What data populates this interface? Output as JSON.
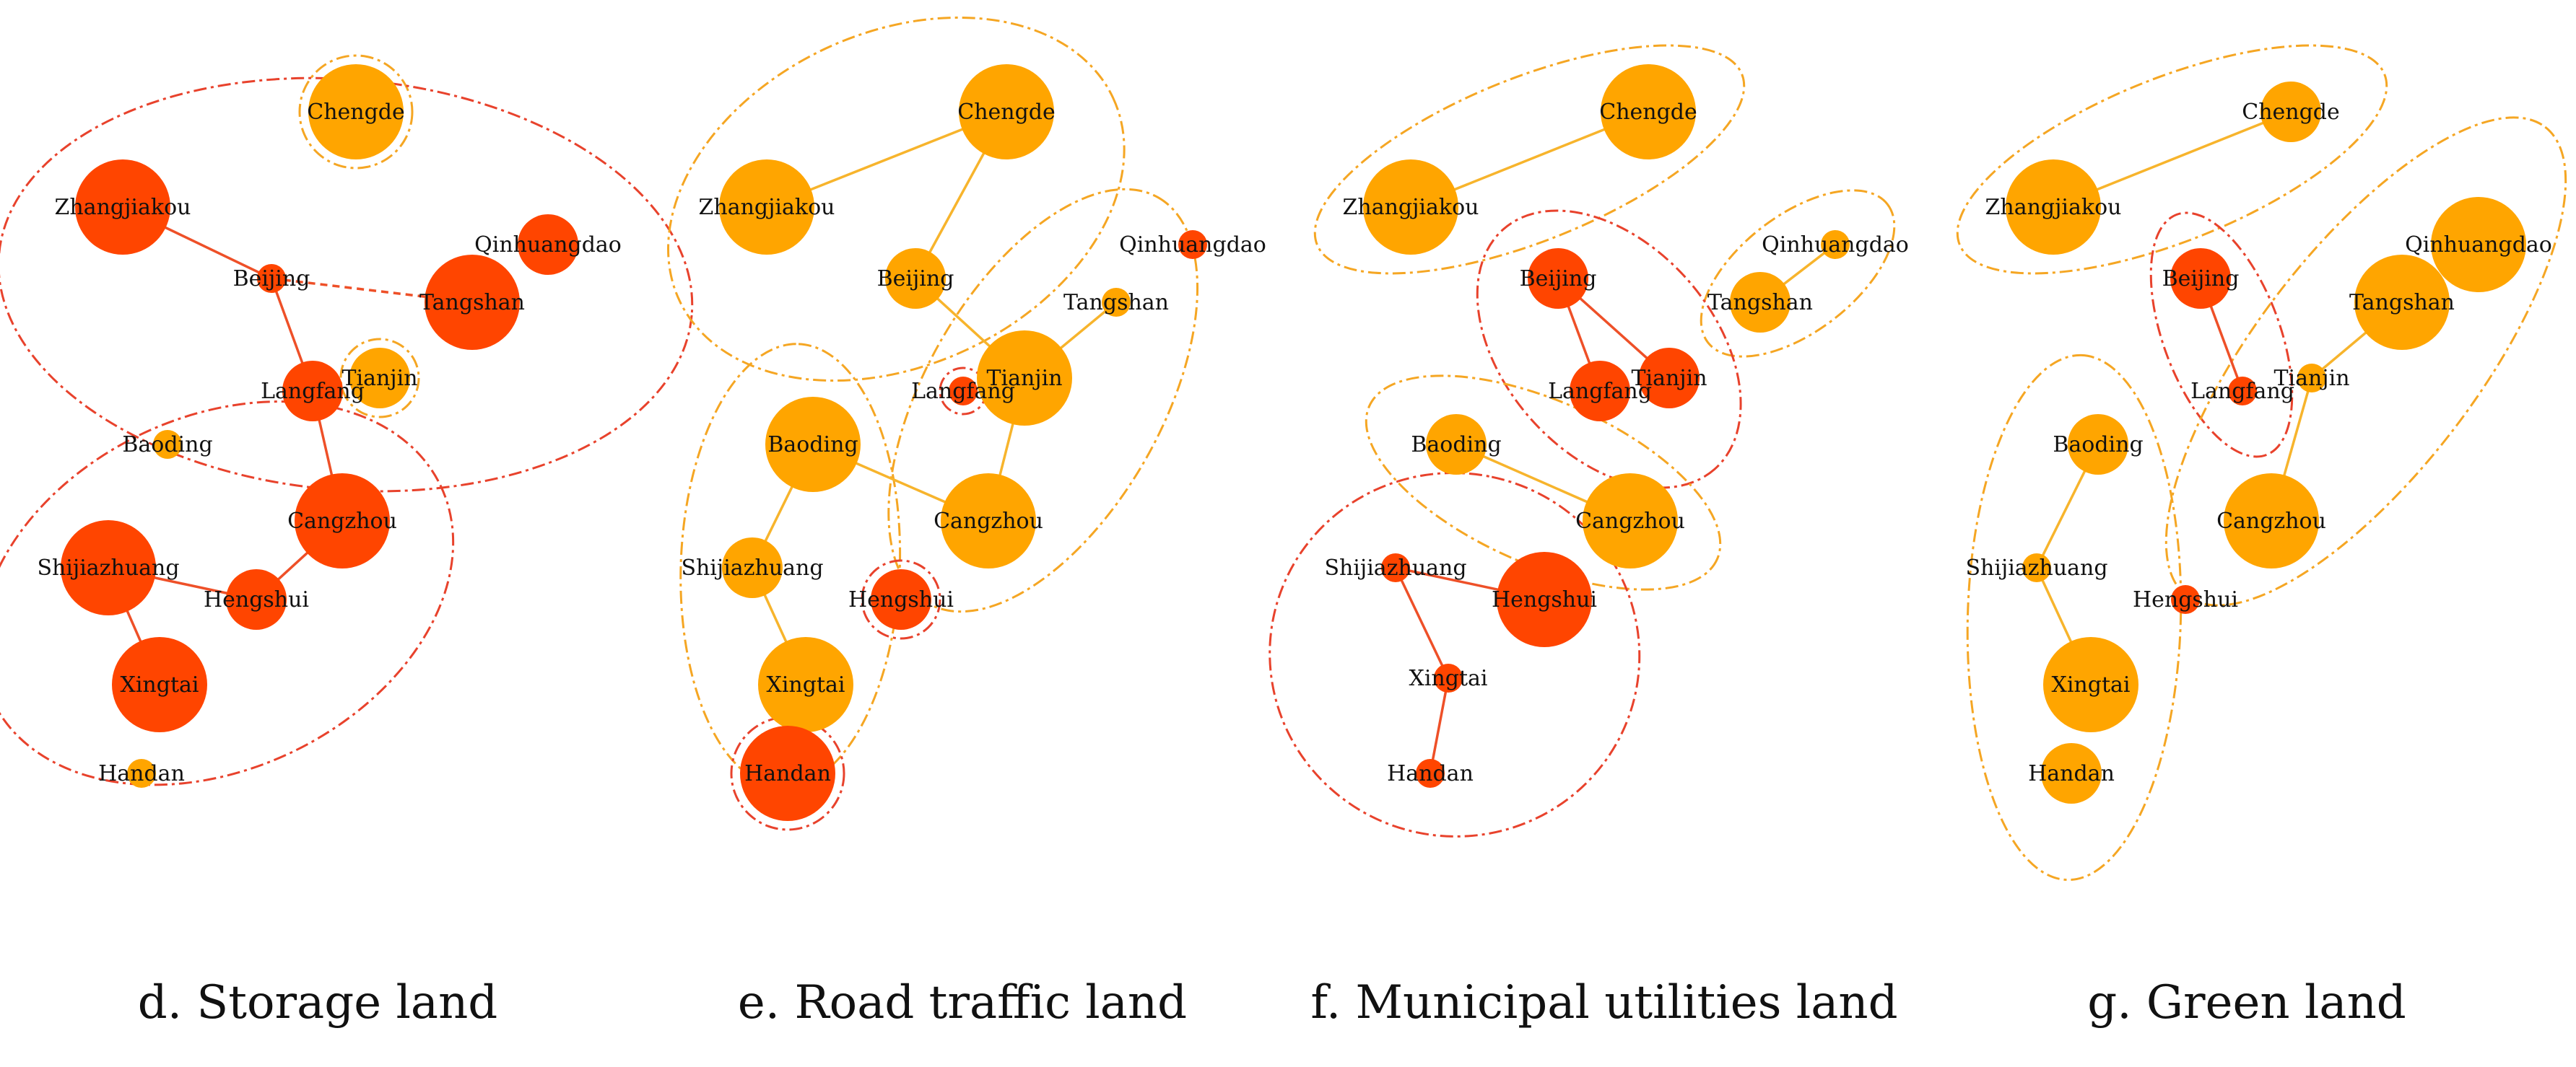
{
  "colors": {
    "orange": "#FFA500",
    "red": "#FF4500",
    "cluster_orange_stroke": "#F5A623",
    "cluster_red_stroke": "#E8422C",
    "edge_orange": "#F7B42C",
    "edge_red": "#EE5028"
  },
  "panels": [
    {
      "caption": "d. Storage land",
      "nodes": [
        {
          "id": "Chengde",
          "label": "Chengde",
          "color": "orange",
          "size": 3
        },
        {
          "id": "Zhangjiakou",
          "label": "Zhangjiakou",
          "color": "red",
          "size": 3
        },
        {
          "id": "Qinhuangdao",
          "label": "Qinhuangdao",
          "color": "red",
          "size": 2
        },
        {
          "id": "Beijing",
          "label": "Beijing",
          "color": "red",
          "size": 1
        },
        {
          "id": "Tangshan",
          "label": "Tangshan",
          "color": "red",
          "size": 3
        },
        {
          "id": "Tianjin",
          "label": "Tianjin",
          "color": "orange",
          "size": 2
        },
        {
          "id": "Langfang",
          "label": "Langfang",
          "color": "red",
          "size": 2
        },
        {
          "id": "Baoding",
          "label": "Baoding",
          "color": "orange",
          "size": 1
        },
        {
          "id": "Cangzhou",
          "label": "Cangzhou",
          "color": "red",
          "size": 3
        },
        {
          "id": "Shijiazhuang",
          "label": "Shijiazhuang",
          "color": "red",
          "size": 3
        },
        {
          "id": "Hengshui",
          "label": "Hengshui",
          "color": "red",
          "size": 2
        },
        {
          "id": "Xingtai",
          "label": "Xingtai",
          "color": "red",
          "size": 3
        },
        {
          "id": "Handan",
          "label": "Handan",
          "color": "orange",
          "size": 1
        }
      ],
      "edges": [
        {
          "from": "Zhangjiakou",
          "to": "Beijing",
          "color": "red"
        },
        {
          "from": "Beijing",
          "to": "Tangshan",
          "color": "red",
          "dashed": true
        },
        {
          "from": "Beijing",
          "to": "Langfang",
          "color": "red"
        },
        {
          "from": "Langfang",
          "to": "Cangzhou",
          "color": "red"
        },
        {
          "from": "Cangzhou",
          "to": "Hengshui",
          "color": "red"
        },
        {
          "from": "Shijiazhuang",
          "to": "Hengshui",
          "color": "red"
        },
        {
          "from": "Shijiazhuang",
          "to": "Xingtai",
          "color": "red"
        }
      ],
      "clusters": [
        {
          "members": [
            "Chengde"
          ],
          "color": "orange"
        },
        {
          "members": [
            "Tianjin"
          ],
          "color": "orange"
        },
        {
          "members": [
            "Zhangjiakou",
            "Qinhuangdao",
            "Beijing",
            "Tangshan",
            "Langfang"
          ],
          "color": "red"
        },
        {
          "members": [
            "Cangzhou",
            "Shijiazhuang",
            "Hengshui",
            "Xingtai"
          ],
          "color": "red"
        }
      ]
    },
    {
      "caption": "e. Road traffic land",
      "nodes": [
        {
          "id": "Chengde",
          "label": "Chengde",
          "color": "orange",
          "size": 3
        },
        {
          "id": "Zhangjiakou",
          "label": "Zhangjiakou",
          "color": "orange",
          "size": 3
        },
        {
          "id": "Qinhuangdao",
          "label": "Qinhuangdao",
          "color": "red",
          "size": 1
        },
        {
          "id": "Beijing",
          "label": "Beijing",
          "color": "orange",
          "size": 2
        },
        {
          "id": "Tangshan",
          "label": "Tangshan",
          "color": "orange",
          "size": 1
        },
        {
          "id": "Tianjin",
          "label": "Tianjin",
          "color": "orange",
          "size": 3
        },
        {
          "id": "Langfang",
          "label": "Langfang",
          "color": "red",
          "size": 1
        },
        {
          "id": "Baoding",
          "label": "Baoding",
          "color": "orange",
          "size": 3
        },
        {
          "id": "Cangzhou",
          "label": "Cangzhou",
          "color": "orange",
          "size": 3
        },
        {
          "id": "Shijiazhuang",
          "label": "Shijiazhuang",
          "color": "orange",
          "size": 2
        },
        {
          "id": "Hengshui",
          "label": "Hengshui",
          "color": "red",
          "size": 2
        },
        {
          "id": "Xingtai",
          "label": "Xingtai",
          "color": "orange",
          "size": 3
        },
        {
          "id": "Handan",
          "label": "Handan",
          "color": "red",
          "size": 3
        }
      ],
      "edges": [
        {
          "from": "Zhangjiakou",
          "to": "Chengde",
          "color": "orange"
        },
        {
          "from": "Chengde",
          "to": "Beijing",
          "color": "orange"
        },
        {
          "from": "Beijing",
          "to": "Tianjin",
          "color": "orange"
        },
        {
          "from": "Tianjin",
          "to": "Tangshan",
          "color": "orange"
        },
        {
          "from": "Tianjin",
          "to": "Cangzhou",
          "color": "orange"
        },
        {
          "from": "Baoding",
          "to": "Cangzhou",
          "color": "orange"
        },
        {
          "from": "Baoding",
          "to": "Shijiazhuang",
          "color": "orange"
        },
        {
          "from": "Shijiazhuang",
          "to": "Xingtai",
          "color": "orange"
        }
      ],
      "clusters": [
        {
          "members": [
            "Chengde",
            "Zhangjiakou",
            "Beijing"
          ],
          "color": "orange"
        },
        {
          "members": [
            "Tangshan",
            "Tianjin",
            "Cangzhou"
          ],
          "color": "orange"
        },
        {
          "members": [
            "Langfang"
          ],
          "color": "red"
        },
        {
          "members": [
            "Baoding",
            "Shijiazhuang",
            "Xingtai"
          ],
          "color": "orange"
        },
        {
          "members": [
            "Hengshui"
          ],
          "color": "red"
        },
        {
          "members": [
            "Handan"
          ],
          "color": "red"
        }
      ]
    },
    {
      "caption": "f. Municipal utilities land",
      "nodes": [
        {
          "id": "Chengde",
          "label": "Chengde",
          "color": "orange",
          "size": 3
        },
        {
          "id": "Zhangjiakou",
          "label": "Zhangjiakou",
          "color": "orange",
          "size": 3
        },
        {
          "id": "Qinhuangdao",
          "label": "Qinhuangdao",
          "color": "orange",
          "size": 1
        },
        {
          "id": "Beijing",
          "label": "Beijing",
          "color": "red",
          "size": 2
        },
        {
          "id": "Tangshan",
          "label": "Tangshan",
          "color": "orange",
          "size": 2
        },
        {
          "id": "Tianjin",
          "label": "Tianjin",
          "color": "red",
          "size": 2
        },
        {
          "id": "Langfang",
          "label": "Langfang",
          "color": "red",
          "size": 2
        },
        {
          "id": "Baoding",
          "label": "Baoding",
          "color": "orange",
          "size": 2
        },
        {
          "id": "Cangzhou",
          "label": "Cangzhou",
          "color": "orange",
          "size": 3
        },
        {
          "id": "Shijiazhuang",
          "label": "Shijiazhuang",
          "color": "red",
          "size": 1
        },
        {
          "id": "Hengshui",
          "label": "Hengshui",
          "color": "red",
          "size": 3
        },
        {
          "id": "Xingtai",
          "label": "Xingtai",
          "color": "red",
          "size": 1
        },
        {
          "id": "Handan",
          "label": "Handan",
          "color": "red",
          "size": 1
        }
      ],
      "edges": [
        {
          "from": "Zhangjiakou",
          "to": "Chengde",
          "color": "orange"
        },
        {
          "from": "Tangshan",
          "to": "Qinhuangdao",
          "color": "orange"
        },
        {
          "from": "Beijing",
          "to": "Langfang",
          "color": "red"
        },
        {
          "from": "Beijing",
          "to": "Tianjin",
          "color": "red"
        },
        {
          "from": "Baoding",
          "to": "Cangzhou",
          "color": "orange"
        },
        {
          "from": "Shijiazhuang",
          "to": "Hengshui",
          "color": "red"
        },
        {
          "from": "Shijiazhuang",
          "to": "Xingtai",
          "color": "red"
        },
        {
          "from": "Xingtai",
          "to": "Handan",
          "color": "red"
        }
      ],
      "clusters": [
        {
          "members": [
            "Chengde",
            "Zhangjiakou"
          ],
          "color": "orange"
        },
        {
          "members": [
            "Qinhuangdao",
            "Tangshan"
          ],
          "color": "orange"
        },
        {
          "members": [
            "Beijing",
            "Langfang",
            "Tianjin"
          ],
          "color": "red"
        },
        {
          "members": [
            "Baoding",
            "Cangzhou"
          ],
          "color": "orange"
        },
        {
          "members": [
            "Shijiazhuang",
            "Hengshui",
            "Xingtai",
            "Handan"
          ],
          "color": "red"
        }
      ]
    },
    {
      "caption": "g. Green land",
      "nodes": [
        {
          "id": "Chengde",
          "label": "Chengde",
          "color": "orange",
          "size": 2
        },
        {
          "id": "Zhangjiakou",
          "label": "Zhangjiakou",
          "color": "orange",
          "size": 3
        },
        {
          "id": "Qinhuangdao",
          "label": "Qinhuangdao",
          "color": "orange",
          "size": 3
        },
        {
          "id": "Beijing",
          "label": "Beijing",
          "color": "red",
          "size": 2
        },
        {
          "id": "Tangshan",
          "label": "Tangshan",
          "color": "orange",
          "size": 3
        },
        {
          "id": "Tianjin",
          "label": "Tianjin",
          "color": "orange",
          "size": 1
        },
        {
          "id": "Langfang",
          "label": "Langfang",
          "color": "red",
          "size": 1
        },
        {
          "id": "Baoding",
          "label": "Baoding",
          "color": "orange",
          "size": 2
        },
        {
          "id": "Cangzhou",
          "label": "Cangzhou",
          "color": "orange",
          "size": 3
        },
        {
          "id": "Shijiazhuang",
          "label": "Shijiazhuang",
          "color": "orange",
          "size": 1
        },
        {
          "id": "Hengshui",
          "label": "Hengshui",
          "color": "red",
          "size": 1
        },
        {
          "id": "Xingtai",
          "label": "Xingtai",
          "color": "orange",
          "size": 3
        },
        {
          "id": "Handan",
          "label": "Handan",
          "color": "orange",
          "size": 2
        }
      ],
      "edges": [
        {
          "from": "Zhangjiakou",
          "to": "Chengde",
          "color": "orange"
        },
        {
          "from": "Beijing",
          "to": "Langfang",
          "color": "red"
        },
        {
          "from": "Tangshan",
          "to": "Tianjin",
          "color": "orange"
        },
        {
          "from": "Tianjin",
          "to": "Cangzhou",
          "color": "orange"
        },
        {
          "from": "Baoding",
          "to": "Shijiazhuang",
          "color": "orange"
        },
        {
          "from": "Shijiazhuang",
          "to": "Xingtai",
          "color": "orange"
        }
      ],
      "clusters": [
        {
          "members": [
            "Chengde",
            "Zhangjiakou"
          ],
          "color": "orange"
        },
        {
          "members": [
            "Beijing",
            "Langfang"
          ],
          "color": "red"
        },
        {
          "members": [
            "Qinhuangdao",
            "Tangshan",
            "Tianjin",
            "Cangzhou"
          ],
          "color": "orange"
        },
        {
          "members": [
            "Baoding",
            "Shijiazhuang",
            "Xingtai",
            "Handan"
          ],
          "color": "orange"
        }
      ]
    }
  ]
}
